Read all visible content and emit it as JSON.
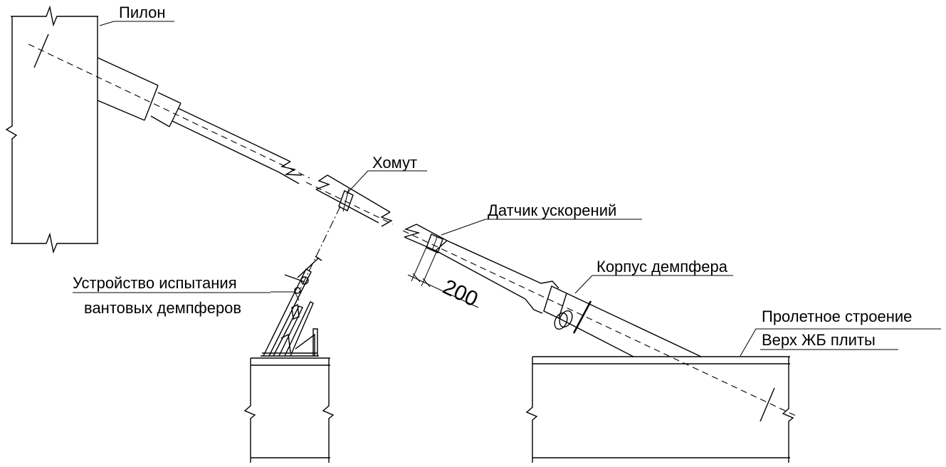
{
  "labels": {
    "pylon": "Пилон",
    "clamp": "Хомут",
    "accelerometer": "Датчик ускорений",
    "damper_body": "Корпус демпфера",
    "test_device_line1": "Устройство испытания",
    "test_device_line2": "вантовых демпферов",
    "span_line1": "Пролетное строение",
    "span_line2": "Верх ЖБ плиты"
  },
  "dimensions": {
    "offset": "200"
  }
}
